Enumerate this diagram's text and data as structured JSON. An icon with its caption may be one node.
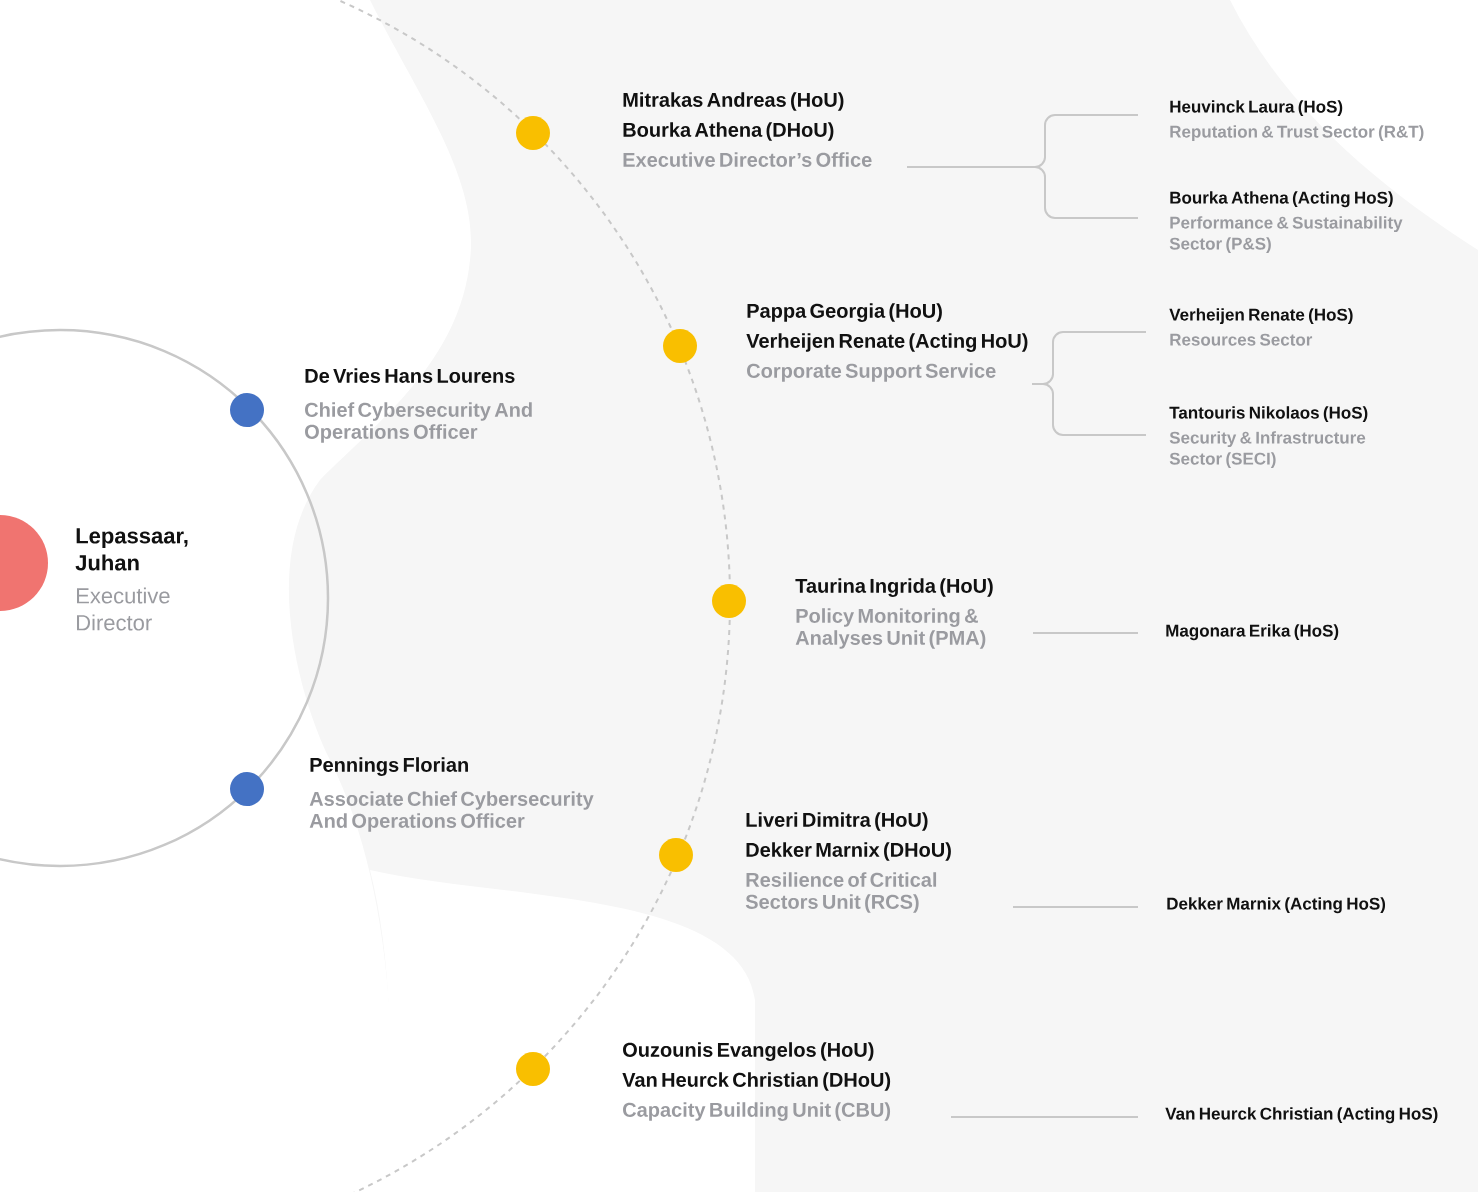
{
  "diagram": {
    "nodes": [
      {
        "text": [],
        "shape": "circle"
      },
      {
        "text": [
          "Lepassaar, Juhan",
          "Executive Director"
        ]
      },
      {
        "text": [
          "De Vries Hans Lourens",
          "Chief Cybersecurity And Operations Officer"
        ]
      },
      {
        "text": [
          "Pennings Florian",
          "Associate Chief Cybersecurity And Operations Officer"
        ]
      },
      {
        "text": [
          "Mitrakas Andreas (HoU)",
          "Bourka Athena (DHoU)",
          "Executive Director’s Office"
        ]
      },
      {
        "text": [
          "Heuvinck Laura (HoS)",
          "Reputation & Trust Sector (R&T)"
        ]
      },
      {
        "text": [
          "Bourka Athena (Acting HoS)",
          "Performance & Sustainability Sector (P&S)"
        ]
      },
      {
        "text": [
          "Pappa Georgia (HoU)",
          "Verheijen Renate (Acting HoU)",
          "Corporate Support Service"
        ]
      },
      {
        "text": [
          "Verheijen Renate (HoS)",
          "Resources Sector"
        ]
      },
      {
        "text": [
          "Tantouris Nikolaos (HoS)",
          "Security & Infrastructure Sector (SECI)"
        ]
      },
      {
        "text": [
          "Taurina Ingrida (HoU)",
          "Policy Monitoring & Analyses Unit (PMA)"
        ]
      },
      {
        "text": [
          "Magonara Erika (HoS)"
        ]
      },
      {
        "text": [
          "Liveri Dimitra (HoU)",
          "Dekker Marnix (DHoU)",
          "Resilience of Critical Sectors Unit (RCS)"
        ]
      },
      {
        "text": [
          "Dekker Marnix (Acting HoS)"
        ]
      },
      {
        "text": [
          "Ouzounis Evangelos (HoU)",
          "Van Heurck Christian (DHoU)",
          "Capacity Building Unit (CBU)"
        ]
      },
      {
        "text": [
          "Van Heurck Christian (Acting HoS)"
        ]
      }
    ],
    "edges": [
      {
        "from": 4,
        "to": 5,
        "arrow": "none"
      },
      {
        "from": 4,
        "to": 6,
        "arrow": "none"
      },
      {
        "from": 7,
        "to": 8,
        "arrow": "none"
      },
      {
        "from": 7,
        "to": 9,
        "arrow": "none"
      },
      {
        "from": 10,
        "to": 11,
        "arrow": "none"
      },
      {
        "from": 12,
        "to": 13,
        "arrow": "none"
      },
      {
        "from": 14,
        "to": 15,
        "arrow": "none"
      }
    ]
  }
}
